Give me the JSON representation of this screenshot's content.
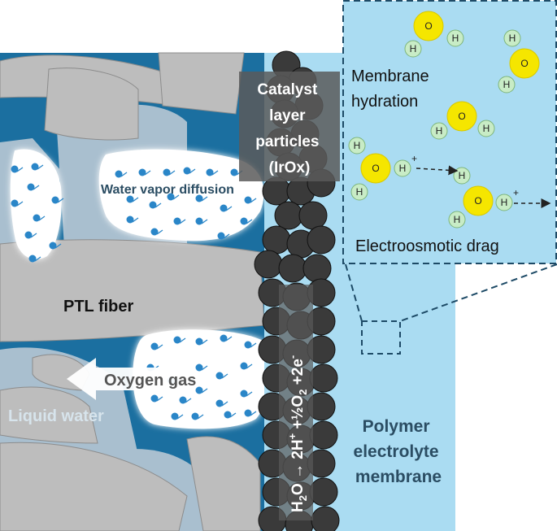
{
  "labels": {
    "catalyst": [
      "Catalyst",
      "layer",
      "particles",
      "(IrOx)"
    ],
    "membrane_hydration": [
      "Membrane",
      "hydration"
    ],
    "water_vapor": "Water vapor diffusion",
    "electroosmotic": "Electroosmotic drag",
    "ptl_fiber": "PTL fiber",
    "oxygen_gas": "Oxygen gas",
    "liquid_water": "Liquid water",
    "pem": [
      "Polymer",
      "electrolyte",
      "membrane"
    ],
    "reaction": {
      "p1": "H",
      "s1": "2",
      "p2": "O → 2H",
      "sup1": "+",
      "p3": " +½O",
      "s2": "2",
      "p4": " +2e",
      "sup2": "-"
    }
  },
  "atoms": {
    "oxygen": "O",
    "hydrogen": "H",
    "charge": "+"
  },
  "colors": {
    "liquid_water": "#1b6fa0",
    "ptl_fiber": "#bcbcbc",
    "ptl_fiber_light": "#a7bccb",
    "membrane": "#aadcf2",
    "catalyst_particle": "#3a3a3a",
    "oxygen_atom": "#f5e600",
    "hydrogen_atom": "#c8ecc6",
    "water_dot": "#2a86c8",
    "label_dark": "#2b4d63"
  },
  "icons": [
    "water-molecule-icon",
    "oxygen-atom-icon",
    "hydrogen-atom-icon",
    "dashed-arrow-icon",
    "left-arrow-icon"
  ]
}
